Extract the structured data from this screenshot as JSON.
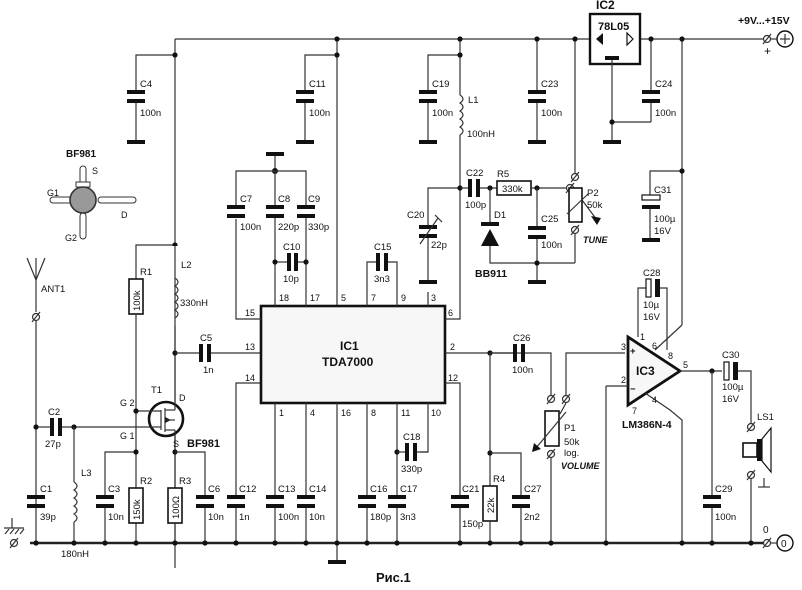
{
  "figure": {
    "caption": "Рис.1",
    "type": "FM radio receiver schematic"
  },
  "supply": {
    "label": "+9V...+15V",
    "plus_terminal": "+",
    "plus_marker": "+",
    "ground_label": "0",
    "ground_terminal": "0"
  },
  "ics": {
    "ic1": {
      "ref": "IC1",
      "part": "TDA7000",
      "pins_top": [
        "18",
        "17",
        "5",
        "7",
        "9",
        "3"
      ],
      "pins_left": [
        "15",
        "13",
        "14"
      ],
      "pins_right": [
        "6",
        "2",
        "12"
      ],
      "pins_bottom": [
        "1",
        "4",
        "16",
        "8",
        "11",
        "10"
      ]
    },
    "ic2": {
      "ref": "IC2",
      "part": "78L05"
    },
    "ic3": {
      "ref": "IC3",
      "part": "LM386N-4",
      "pins": {
        "p1": "1",
        "p2": "2",
        "p3": "3",
        "p4": "4",
        "p5": "5",
        "p6": "6",
        "p7": "7",
        "p8": "8"
      },
      "plus": "+",
      "minus": "−"
    }
  },
  "transistor": {
    "ref": "T1",
    "part": "BF981",
    "g1": "G 1",
    "g2": "G 2",
    "d": "D",
    "s": "S"
  },
  "pinout": {
    "title": "BF981",
    "s": "S",
    "d": "D",
    "g1": "G1",
    "g2": "G2"
  },
  "antenna": {
    "ref": "ANT1"
  },
  "speaker": {
    "ref": "LS1"
  },
  "capacitors": [
    {
      "ref": "C1",
      "value": "39p"
    },
    {
      "ref": "C2",
      "value": "27p"
    },
    {
      "ref": "C3",
      "value": "10n"
    },
    {
      "ref": "C4",
      "value": "100n"
    },
    {
      "ref": "C5",
      "value": "1n"
    },
    {
      "ref": "C6",
      "value": "10n"
    },
    {
      "ref": "C7",
      "value": "100n"
    },
    {
      "ref": "C8",
      "value": "220p"
    },
    {
      "ref": "C9",
      "value": "330p"
    },
    {
      "ref": "C10",
      "value": "10p"
    },
    {
      "ref": "C11",
      "value": "100n"
    },
    {
      "ref": "C12",
      "value": "1n"
    },
    {
      "ref": "C13",
      "value": "100n"
    },
    {
      "ref": "C14",
      "value": "10n"
    },
    {
      "ref": "C15",
      "value": "3n3"
    },
    {
      "ref": "C16",
      "value": "180p"
    },
    {
      "ref": "C17",
      "value": "3n3"
    },
    {
      "ref": "C18",
      "value": "330p"
    },
    {
      "ref": "C19",
      "value": "100n"
    },
    {
      "ref": "C20",
      "value": "22p"
    },
    {
      "ref": "C21",
      "value": "150p"
    },
    {
      "ref": "C22",
      "value": "100p"
    },
    {
      "ref": "C23",
      "value": "100n"
    },
    {
      "ref": "C24",
      "value": "100n"
    },
    {
      "ref": "C25",
      "value": "100n"
    },
    {
      "ref": "C26",
      "value": "100n"
    },
    {
      "ref": "C27",
      "value": "2n2"
    },
    {
      "ref": "C28",
      "value": "10µ",
      "rating": "16V"
    },
    {
      "ref": "C29",
      "value": "100n"
    },
    {
      "ref": "C30",
      "value": "100µ",
      "rating": "16V"
    },
    {
      "ref": "C31",
      "value": "100µ",
      "rating": "16V"
    }
  ],
  "resistors": [
    {
      "ref": "R1",
      "value": "100k"
    },
    {
      "ref": "R2",
      "value": "150k"
    },
    {
      "ref": "R3",
      "value": "100Ω"
    },
    {
      "ref": "R4",
      "value": "22k"
    },
    {
      "ref": "R5",
      "value": "330k"
    }
  ],
  "inductors": [
    {
      "ref": "L1",
      "value": "100nH"
    },
    {
      "ref": "L2",
      "value": "330nH"
    },
    {
      "ref": "L3",
      "value": "180nH"
    }
  ],
  "potentiometers": [
    {
      "ref": "P1",
      "value": "50k",
      "taper": "log.",
      "function": "VOLUME"
    },
    {
      "ref": "P2",
      "value": "50k",
      "function": "TUNE"
    }
  ],
  "diodes": [
    {
      "ref": "D1",
      "part": "BB911"
    }
  ]
}
